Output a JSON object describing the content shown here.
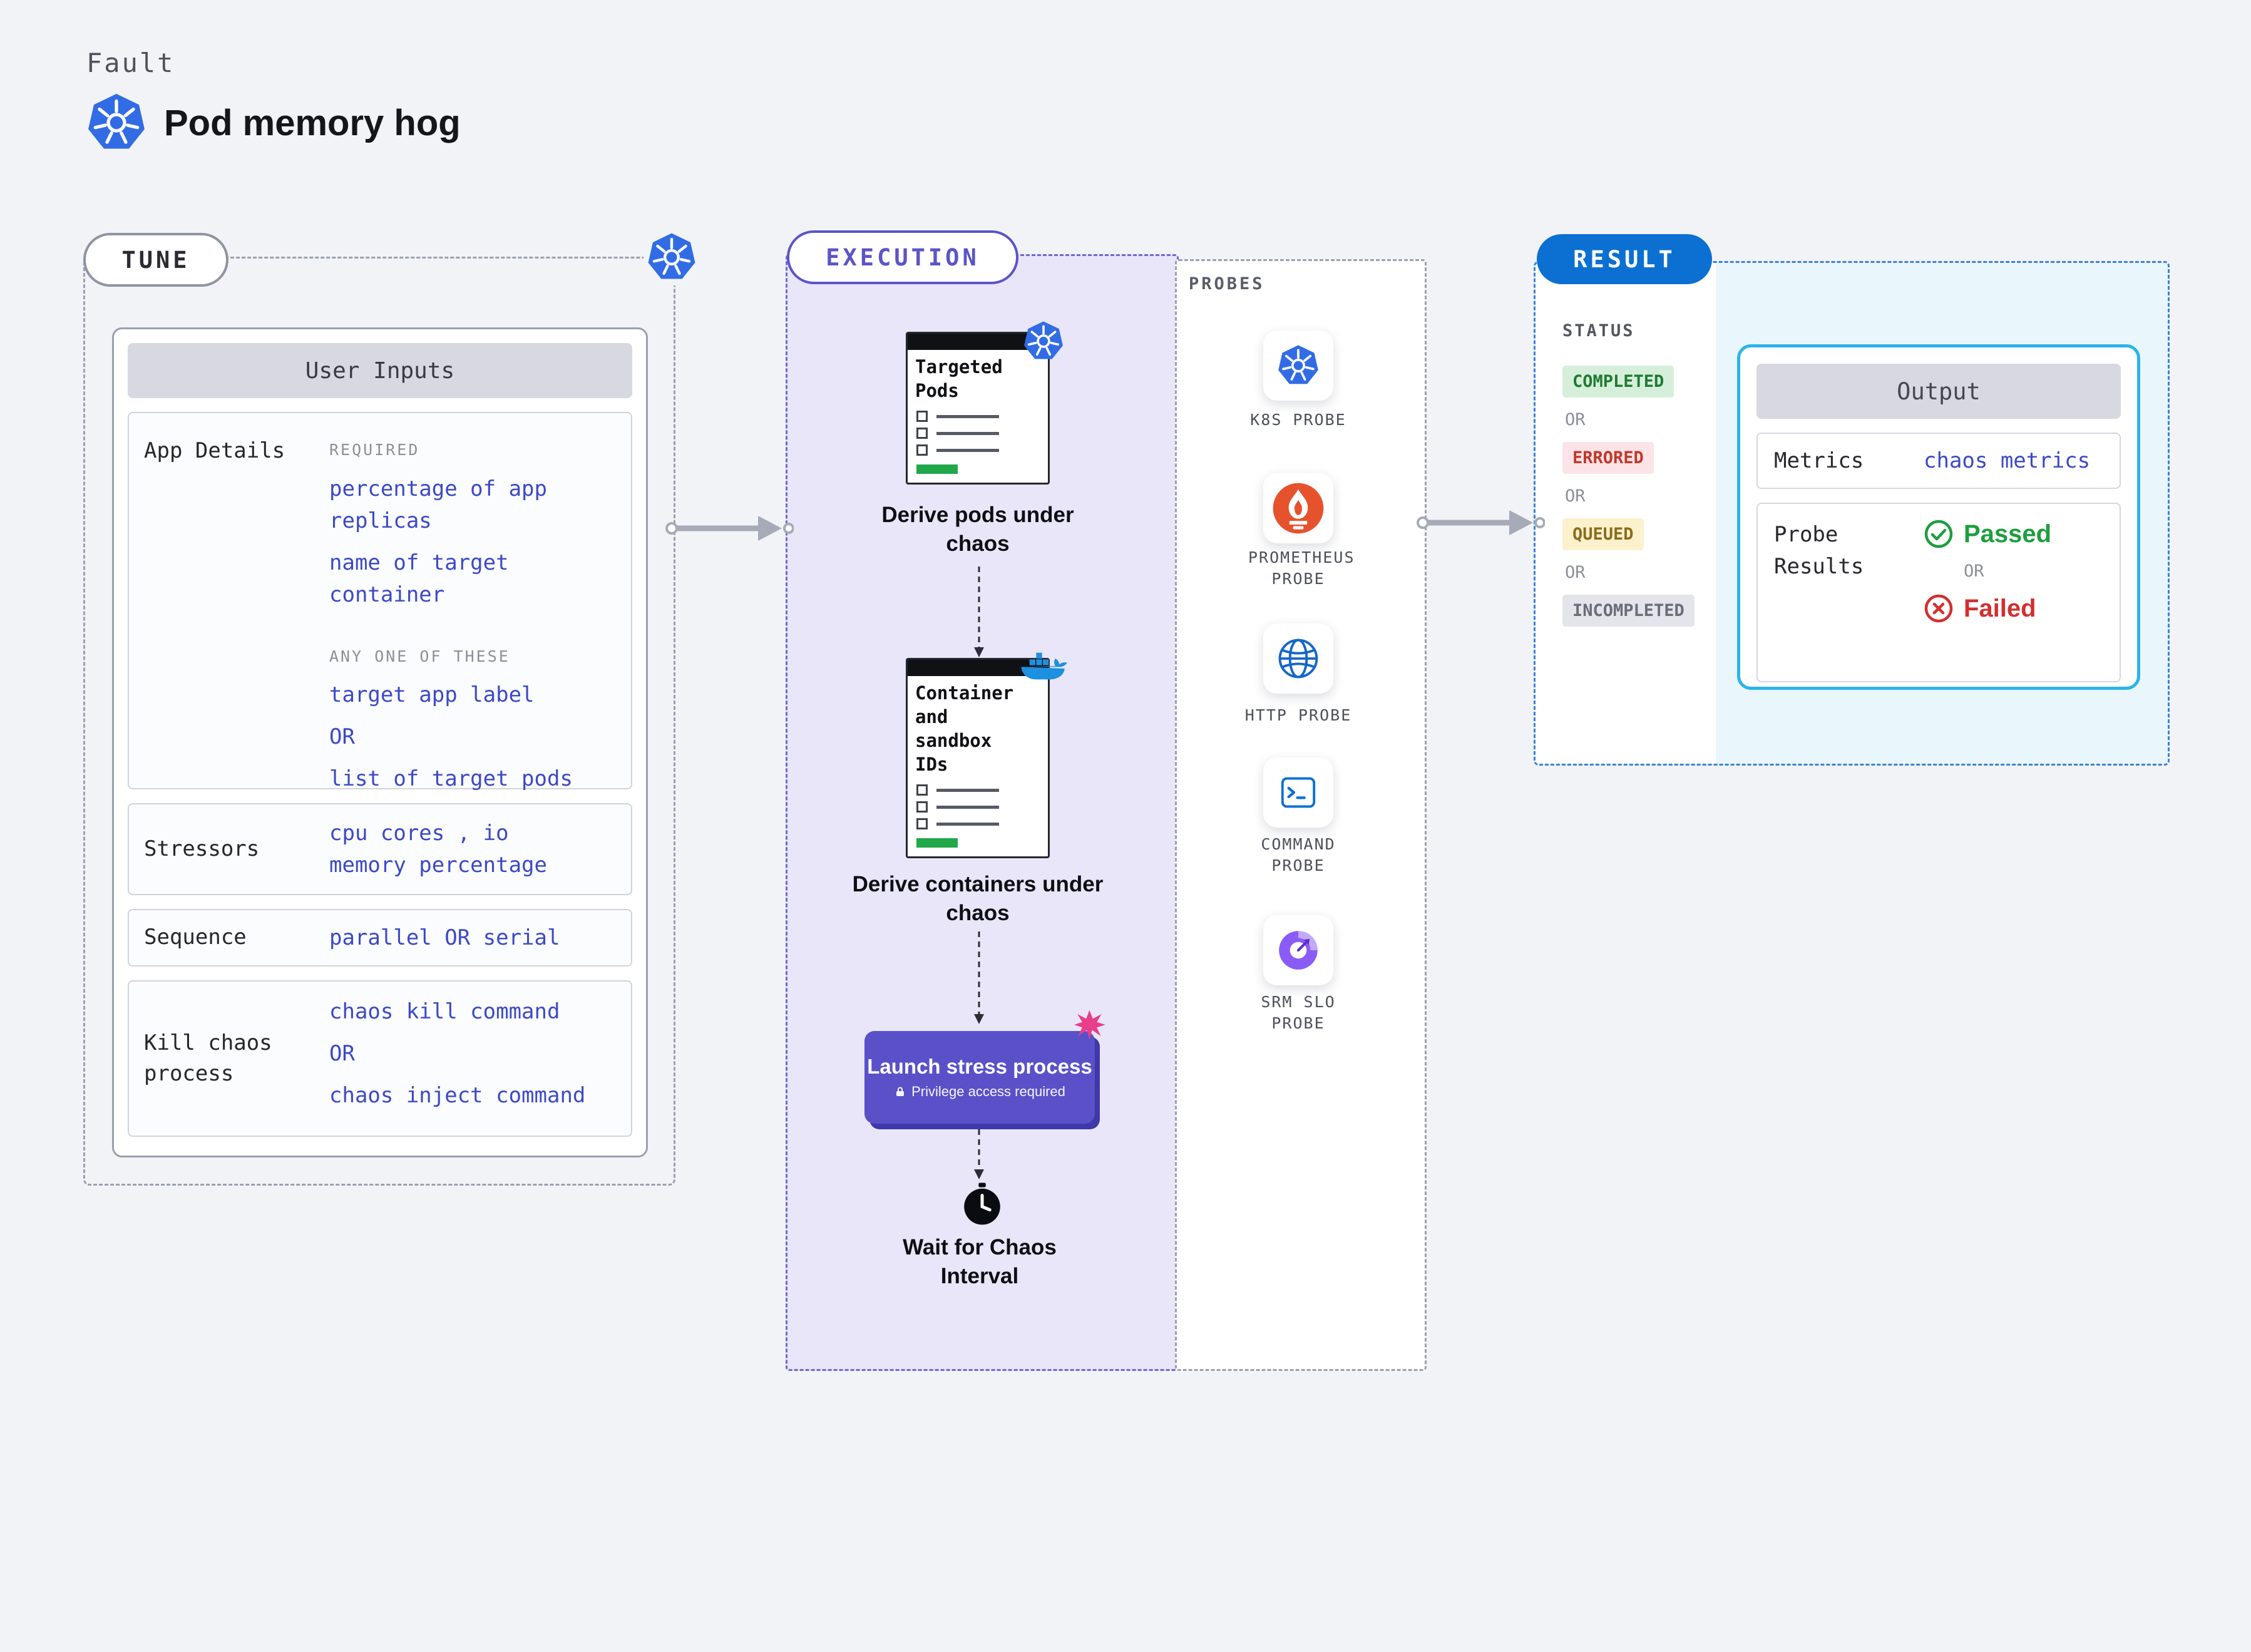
{
  "colors": {
    "accent_purple": "#5b54c8",
    "result_blue": "#0b70d2",
    "code_blue": "#3c49c5",
    "success_green": "#1e9e3e",
    "error_red": "#d32f2f",
    "k8s_blue": "#326ce5",
    "launch_purple": "#5a51c9",
    "progress_green": "#21a84a",
    "arrow_gray": "#a7abb8",
    "exec_bg": "#e8e6f8",
    "result_bg": "#e9f6fc",
    "cyan_border": "#2ab4e8",
    "prometheus_orange": "#e6522c",
    "docker_blue": "#1d90e0",
    "http_blue": "#1566c9",
    "srm_purple": "#8a5cf5",
    "stress_pink": "#e83e8c",
    "badge_completed_bg": "#d6efda",
    "badge_completed_fg": "#1f7a33",
    "badge_errored_bg": "#fbe3e7",
    "badge_errored_fg": "#c0392b",
    "badge_queued_bg": "#fcf1cd",
    "badge_queued_fg": "#8a6d1a",
    "badge_incompleted_bg": "#e3e5ea",
    "badge_incompleted_fg": "#6a6d77"
  },
  "header": {
    "fault_label": "Fault",
    "title": "Pod memory hog"
  },
  "tune": {
    "pill": "TUNE",
    "user_inputs": {
      "header": "User Inputs",
      "app_details": {
        "label": "App Details",
        "required_heading": "REQUIRED",
        "required_item_1": "percentage of app replicas",
        "required_item_2": "name of target container",
        "any_one_heading": "ANY ONE OF THESE",
        "option_1": "target app label",
        "or": "OR",
        "option_2": "list of target pods"
      },
      "stressors": {
        "label": "Stressors",
        "line_1": "cpu cores , io",
        "line_2": "memory percentage"
      },
      "sequence": {
        "label": "Sequence",
        "value": "parallel OR serial"
      },
      "kill_chaos_process": {
        "label": "Kill chaos process",
        "line_1": "chaos kill command",
        "or": "OR",
        "line_2": "chaos inject command"
      }
    }
  },
  "execution": {
    "pill": "EXECUTION",
    "targeted_pods_doc": {
      "title": "Targeted Pods"
    },
    "derive_pods_caption": "Derive pods under chaos",
    "containers_doc": {
      "title": "Container and sandbox IDs"
    },
    "derive_containers_caption": "Derive containers under chaos",
    "launch_button": {
      "title": "Launch stress process",
      "subtitle": "Privilege access required"
    },
    "wait_caption": "Wait for Chaos Interval"
  },
  "probes": {
    "title": "PROBES",
    "items": [
      {
        "label": "K8S PROBE",
        "icon": "kubernetes-icon"
      },
      {
        "label": "PROMETHEUS PROBE",
        "icon": "prometheus-icon"
      },
      {
        "label": "HTTP PROBE",
        "icon": "http-globe-icon"
      },
      {
        "label": "COMMAND PROBE",
        "icon": "command-terminal-icon"
      },
      {
        "label": "SRM SLO PROBE",
        "icon": "srm-slo-icon"
      }
    ]
  },
  "result": {
    "pill": "RESULT",
    "status": {
      "heading": "STATUS",
      "completed": "COMPLETED",
      "or": "OR",
      "errored": "ERRORED",
      "queued": "QUEUED",
      "incompleted": "INCOMPLETED"
    },
    "output": {
      "header": "Output",
      "metrics_label": "Metrics",
      "metrics_value": "chaos metrics",
      "probe_results_label": "Probe Results",
      "passed": "Passed",
      "or": "OR",
      "failed": "Failed"
    }
  }
}
